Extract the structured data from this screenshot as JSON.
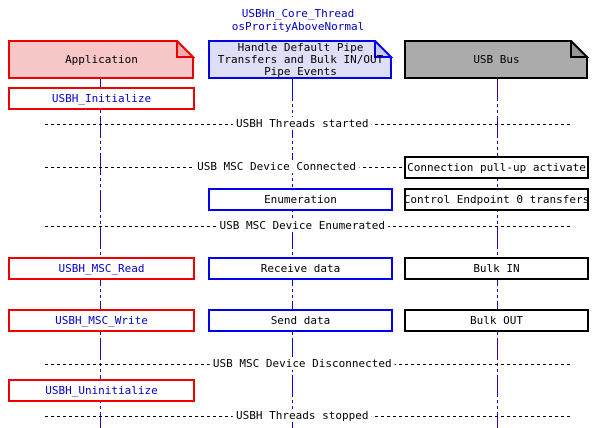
{
  "diagram_title": {
    "line1": "USBHn_Core_Thread",
    "line2": "osProrityAboveNormal"
  },
  "columns": [
    {
      "header": "Application"
    },
    {
      "header_lines": [
        "Handle Default Pipe",
        "Transfers and Bulk IN/OUT",
        "Pipe Events"
      ]
    },
    {
      "header": "USB Bus"
    }
  ],
  "boxes": {
    "usbh_initialize": "USBH_Initialize",
    "usbh_msc_read": "USBH_MSC_Read",
    "usbh_msc_write": "USBH_MSC_Write",
    "usbh_uninitialize": "USBH_Uninitialize",
    "enumeration": "Enumeration",
    "receive_data": "Receive data",
    "send_data": "Send data",
    "connection_pullup": "Connection pull-up activate",
    "control_ep0": "Control Endpoint 0 transfers",
    "bulk_in": "Bulk IN",
    "bulk_out": "Bulk OUT"
  },
  "events": {
    "threads_started": "USBH Threads started",
    "device_connected": "USB MSC Device Connected",
    "device_enumerated": "USB MSC Device Enumerated",
    "device_disconnected": "USB MSC Device Disconnected",
    "threads_stopped": "USBH Threads stopped"
  },
  "colors": {
    "application_fill": "#f7c6c6",
    "application_border": "#ee0000",
    "core_fill": "#dedef7",
    "core_border": "#0000ee",
    "bus_fill": "#ababab",
    "bus_border": "#000000",
    "function_text_blue": "#0000cc",
    "title_text_blue": "#0000c0",
    "app_lifeline": "#3a0099",
    "core_lifeline": "#0000ee",
    "bus_lifeline": "#3a0099",
    "event_line": "#000000"
  }
}
